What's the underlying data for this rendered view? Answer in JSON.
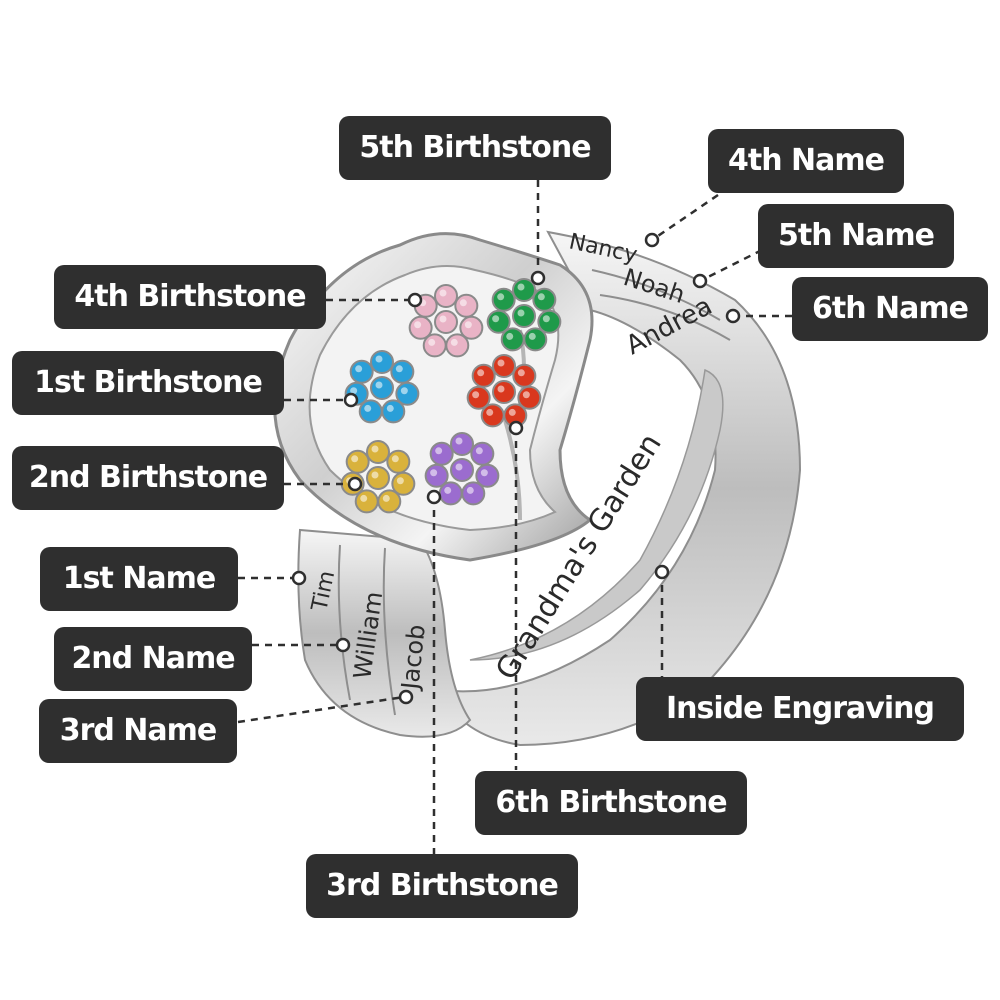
{
  "labels": {
    "birthstone_5": "5th Birthstone",
    "name_4": "4th Name",
    "name_5": "5th Name",
    "birthstone_4": "4th Birthstone",
    "name_6": "6th Name",
    "birthstone_1": "1st Birthstone",
    "birthstone_2": "2nd Birthstone",
    "name_1": "1st Name",
    "name_2": "2nd Name",
    "name_3": "3rd Name",
    "inside_engraving": "Inside Engraving",
    "birthstone_6": "6th Birthstone",
    "birthstone_3": "3rd Birthstone"
  },
  "engravings": {
    "name_1": "Tim",
    "name_2": "William",
    "name_3": "Jacob",
    "name_4": "Nancy",
    "name_5": "Noah",
    "name_6": "Andrea",
    "inside": "Grandma's Garden"
  },
  "stones": {
    "birthstone_1": "#2a9fd8",
    "birthstone_2": "#d9b23c",
    "birthstone_3": "#9b6ccf",
    "birthstone_4": "#e9b3c6",
    "birthstone_5": "#1f9a4a",
    "birthstone_6": "#d9381e"
  },
  "colors": {
    "label_bg": "#2f2f2f",
    "label_text": "#ffffff",
    "metal": "#d9d9d9",
    "engraving": "#2a2a2a"
  }
}
